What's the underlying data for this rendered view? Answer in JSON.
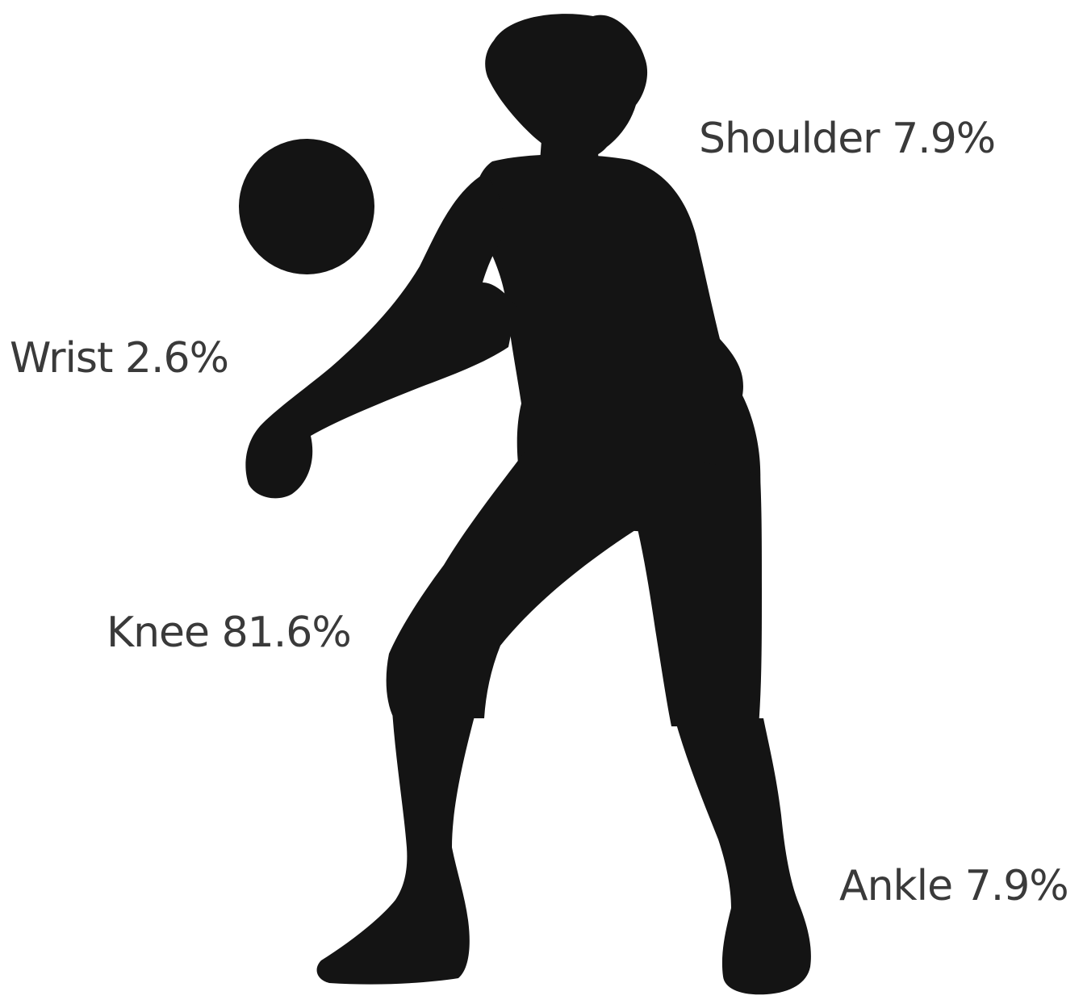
{
  "labels": {
    "shoulder": {
      "text": "Shoulder 7.9%",
      "part": "Shoulder",
      "percent": 7.9
    },
    "wrist": {
      "text": "Wrist 2.6%",
      "part": "Wrist",
      "percent": 2.6
    },
    "knee": {
      "text": "Knee 81.6%",
      "part": "Knee",
      "percent": 81.6
    },
    "ankle": {
      "text": "Ankle 7.9%",
      "part": "Ankle",
      "percent": 7.9
    }
  },
  "colors": {
    "silhouette": "#141414",
    "label": "#3a3a3a",
    "background": "#ffffff"
  }
}
